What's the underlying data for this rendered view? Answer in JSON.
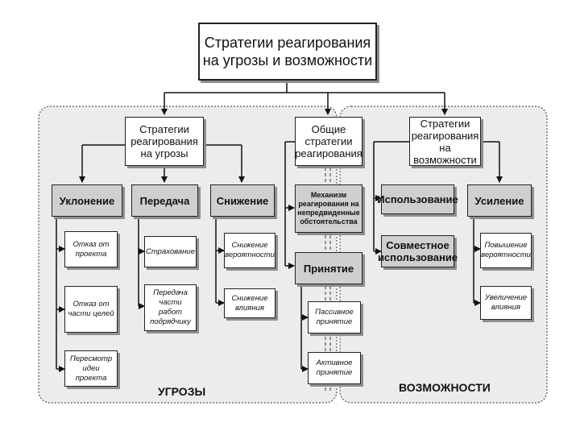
{
  "title": "Стратегии реагирования на угрозы и возможности",
  "threats_strategy": "Стратегии реагирования на угрозы",
  "general_strategy": "Общие стратегии реагирования",
  "opportunities_strategy": "Стратегии реагирования на возможности",
  "threat_groups": [
    {
      "name": "Уклонение",
      "items": [
        "Отказ от проекта",
        "Отказ от части целей",
        "Пересмотр идеи проекта"
      ]
    },
    {
      "name": "Передача",
      "items": [
        "Страхование",
        "Передача части работ подрядчику"
      ]
    },
    {
      "name": "Снижение",
      "items": [
        "Снижение вероятности",
        "Снижение влияния"
      ]
    }
  ],
  "mechanism": "Механизм реагирования на непредвиденные обстоятельства",
  "acceptance": {
    "name": "Принятие",
    "items": [
      "Пассивное принятие",
      "Активное принятие"
    ]
  },
  "opportunity_groups": [
    {
      "name": "Использование"
    },
    {
      "name": "Совместное использование"
    },
    {
      "name": "Усиление",
      "items": [
        "Повышение вероятности",
        "Увеличение влияния"
      ]
    }
  ],
  "labels": {
    "threats": "УГРОЗЫ",
    "opportunities": "ВОЗМОЖНОСТИ"
  },
  "colors": {
    "group_fill": "#cfcfcf",
    "region_fill": "#ececec",
    "line": "#111111"
  }
}
